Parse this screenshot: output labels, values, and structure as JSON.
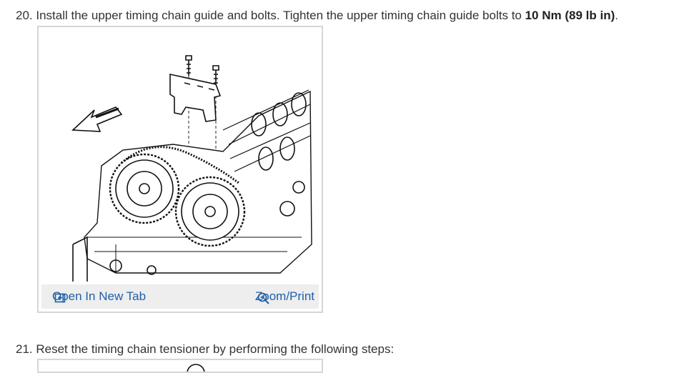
{
  "steps": [
    {
      "number": "20.",
      "text": "Install the upper timing chain guide and bolts. Tighten the upper timing chain guide bolts to ",
      "spec": "10 Nm (89 lb in)",
      "end": "."
    },
    {
      "number": "21.",
      "text": "Reset the timing chain tensioner by performing the following steps:"
    }
  ],
  "figure": {
    "open_tab_label": "Open In New Tab",
    "zoom_label": "Zoom/Print",
    "open_tab_icon": "open-new-tab-icon",
    "zoom_icon": "zoom-magnifier-icon",
    "link_color": "#1f5fa8"
  }
}
